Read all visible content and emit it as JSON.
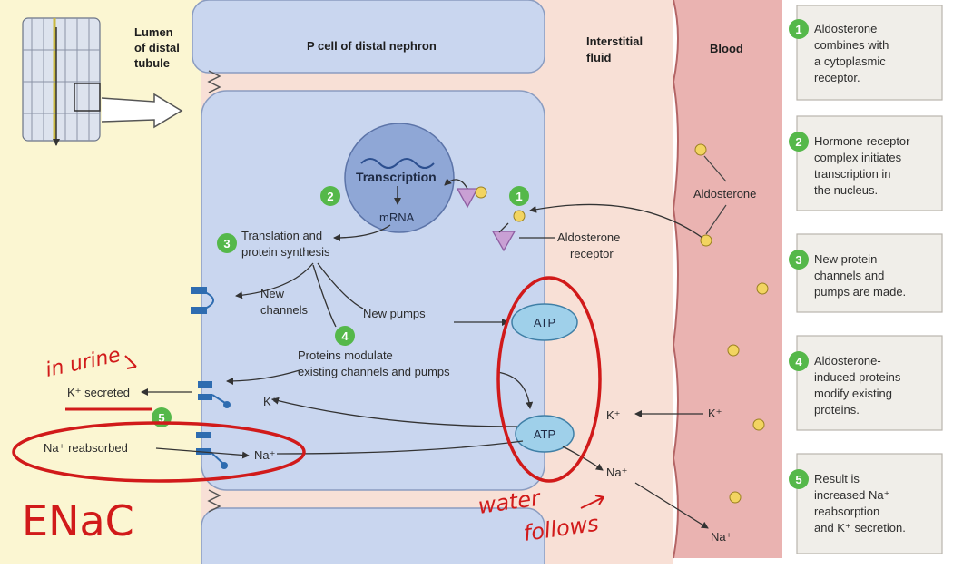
{
  "headers": {
    "lumen": [
      "Lumen",
      "of distal",
      "tubule"
    ],
    "p_cell": "P cell of distal nephron",
    "interstitial": [
      "Interstitial",
      "fluid"
    ],
    "blood": "Blood"
  },
  "nucleus": {
    "transcription": "Transcription",
    "mrna": "mRNA"
  },
  "labels": {
    "translation": [
      "Translation and",
      "protein synthesis"
    ],
    "aldosterone_receptor": [
      "Aldosterone",
      "receptor"
    ],
    "aldosterone_blood": "Aldosterone",
    "new_channels": [
      "New",
      "channels"
    ],
    "new_pumps": "New pumps",
    "modulate": [
      "Proteins modulate",
      "existing channels and pumps"
    ],
    "atp_top": "ATP",
    "atp_bottom": "ATP",
    "k_secreted": "K⁺ secreted",
    "na_reabsorbed": "Na⁺ reabsorbed",
    "k_cell": "K⁺",
    "k_interstitial": "K⁺",
    "k_blood": "K⁺",
    "na_cell": "Na⁺",
    "na_interstitial": "Na⁺",
    "na_blood": "Na⁺"
  },
  "step_badges": {
    "s1": "1",
    "s2": "2",
    "s3": "3",
    "s4": "4",
    "s5": "5"
  },
  "steps": [
    {
      "num": "1",
      "lines": [
        "Aldosterone",
        "combines with",
        "a cytoplasmic",
        "receptor."
      ]
    },
    {
      "num": "2",
      "lines": [
        "Hormone-receptor",
        "complex initiates",
        "transcription in",
        "the nucleus."
      ]
    },
    {
      "num": "3",
      "lines": [
        "New protein",
        "channels and",
        "pumps are made."
      ]
    },
    {
      "num": "4",
      "lines": [
        "Aldosterone-",
        "induced proteins",
        "modify existing",
        "proteins."
      ]
    },
    {
      "num": "5",
      "lines": [
        "Result is",
        "increased Na⁺",
        "reabsorption",
        "and K⁺ secretion."
      ]
    }
  ],
  "annotations": {
    "in_urine": "in urine",
    "enac": "ENaC",
    "water_follows": [
      "water",
      "follows"
    ]
  },
  "colors": {
    "lumen": "#fbf6d2",
    "cell": "#c9d6ef",
    "interstitial": "#f8e0d6",
    "blood": "#eab3b1",
    "step_green": "#55b84a",
    "annotation_red": "#d11a1a"
  }
}
